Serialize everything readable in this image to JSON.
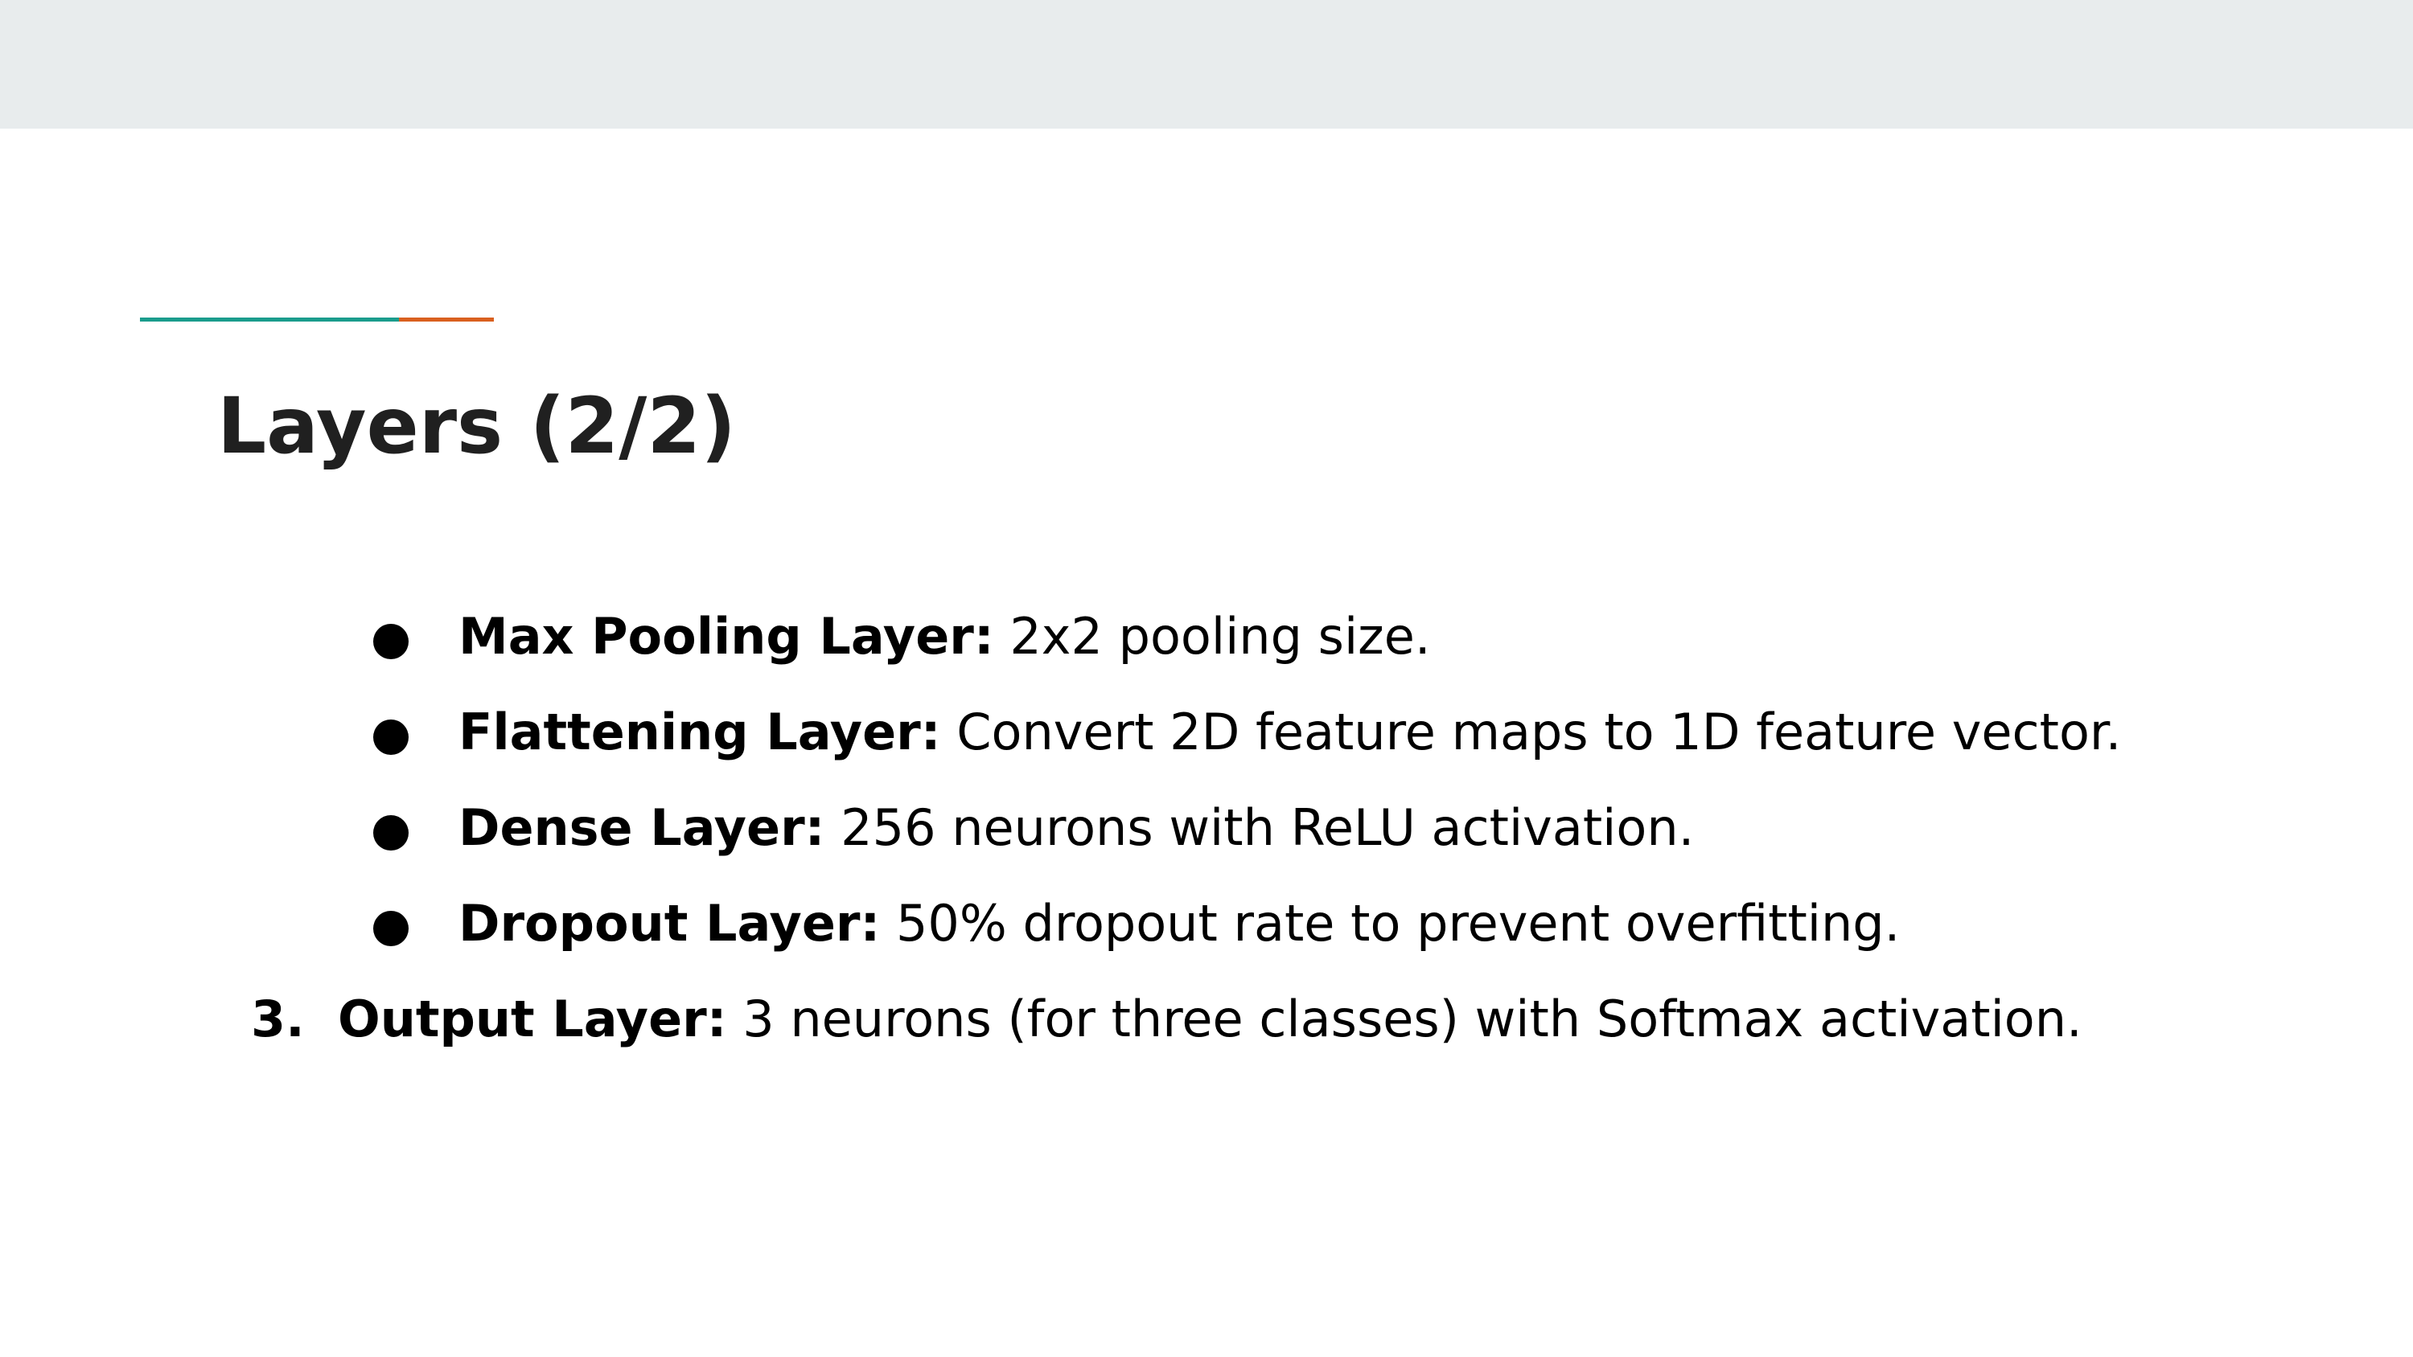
{
  "slide": {
    "title": "Layers (2/2)",
    "accent_colors": [
      "#1a9c8c",
      "#d9601f"
    ],
    "bullets": [
      {
        "term": "Max Pooling Layer:",
        "text": " 2x2 pooling size."
      },
      {
        "term": "Flattening Layer:",
        "text": " Convert 2D feature maps to 1D feature vector."
      },
      {
        "term": "Dense Layer:",
        "text": " 256 neurons with ReLU activation."
      },
      {
        "term": "Dropout Layer:",
        "text": " 50% dropout rate to prevent overfitting."
      }
    ],
    "numbered_item": {
      "number": "3.",
      "term": "Output Layer:",
      "text": " 3 neurons (for three classes) with Softmax activation."
    }
  }
}
